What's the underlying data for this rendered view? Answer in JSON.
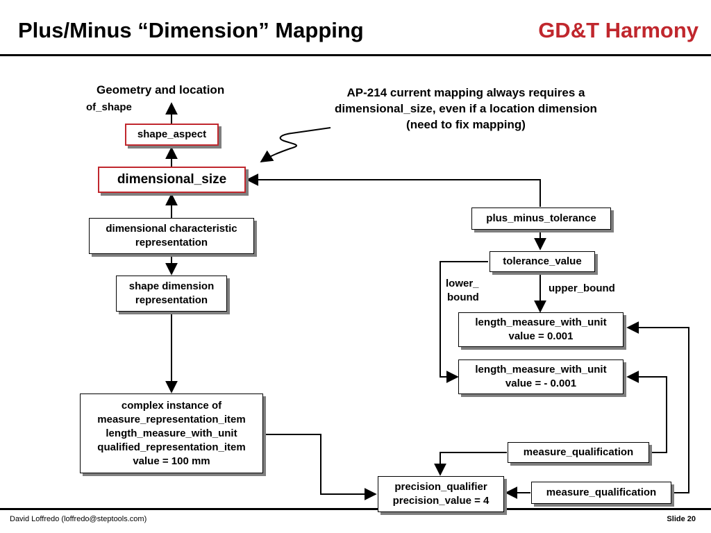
{
  "header": {
    "title": "Plus/Minus “Dimension” Mapping",
    "brand": "GD&T Harmony"
  },
  "labels": {
    "geometry_and_location": "Geometry and location",
    "of_shape": "of_shape",
    "lower_bound_1": "lower_",
    "lower_bound_2": "bound",
    "upper_bound": "upper_bound"
  },
  "note": {
    "line1": "AP-214 current mapping always requires a",
    "line2": "dimensional_size, even if a location dimension",
    "line3": "(need to fix mapping)"
  },
  "boxes": {
    "shape_aspect": "shape_aspect",
    "dimensional_size": "dimensional_size",
    "dcr_line1": "dimensional characteristic",
    "dcr_line2": "representation",
    "sdr_line1": "shape dimension",
    "sdr_line2": "representation",
    "complex": [
      "complex instance of",
      "measure_representation_item",
      "length_measure_with_unit",
      "qualified_representation_item",
      "value = 100 mm"
    ],
    "plus_minus_tolerance": "plus_minus_tolerance",
    "tolerance_value": "tolerance_value",
    "lmwu_upper_line1": "length_measure_with_unit",
    "lmwu_upper_line2": "value = 0.001",
    "lmwu_lower_line1": "length_measure_with_unit",
    "lmwu_lower_line2": "value = - 0.001",
    "measure_qualification_1": "measure_qualification",
    "measure_qualification_2": "measure_qualification",
    "pq_line1": "precision_qualifier",
    "pq_line2": "precision_value = 4"
  },
  "footer": {
    "author": "David Loffredo (loffredo@steptools.com)",
    "slide": "Slide 20"
  },
  "colors": {
    "brand": "#c0272d",
    "shadow": "#7f7f7f"
  }
}
